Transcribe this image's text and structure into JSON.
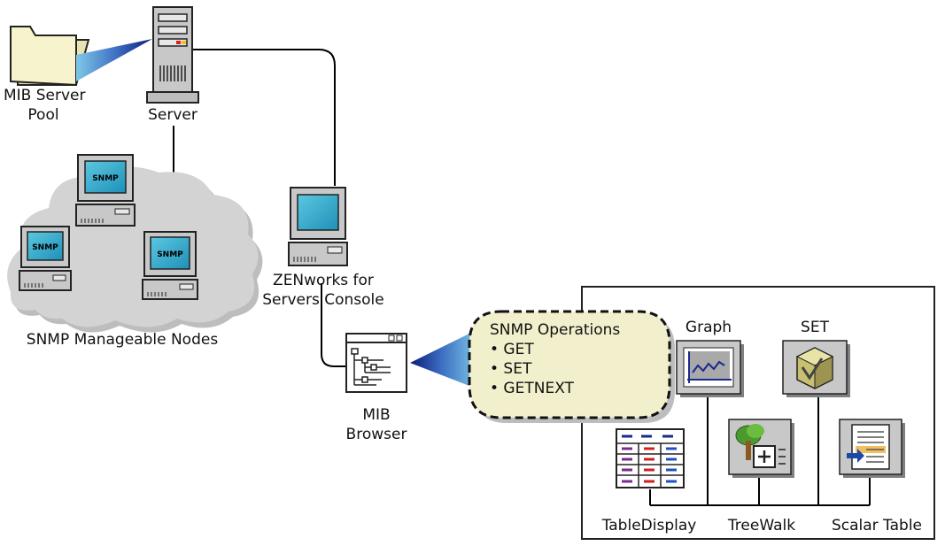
{
  "nodes": {
    "mib_server_pool": {
      "line1": "MIB Server",
      "line2": "Pool"
    },
    "server": {
      "label": "Server"
    },
    "console": {
      "line1": "ZENworks for",
      "line2": "Servers Console"
    },
    "mib_browser": {
      "line1": "MIB",
      "line2": "Browser"
    },
    "cloud": {
      "label": "SNMP Manageable Nodes",
      "screen_tag": "SNMP"
    }
  },
  "operations": {
    "title": "SNMP Operations",
    "items": [
      "• GET",
      "• SET",
      "• GETNEXT"
    ]
  },
  "tools": {
    "graph": "Graph",
    "set": "SET",
    "table_display": "TableDisplay",
    "tree_walk": "TreeWalk",
    "scalar_table": "Scalar Table"
  },
  "colors": {
    "screen": "#29a8c8",
    "cloud": "#d3d3d3",
    "bubble": "#f2f0cc",
    "beam": "#1a2a8c",
    "folder": "#f7f3cc"
  }
}
